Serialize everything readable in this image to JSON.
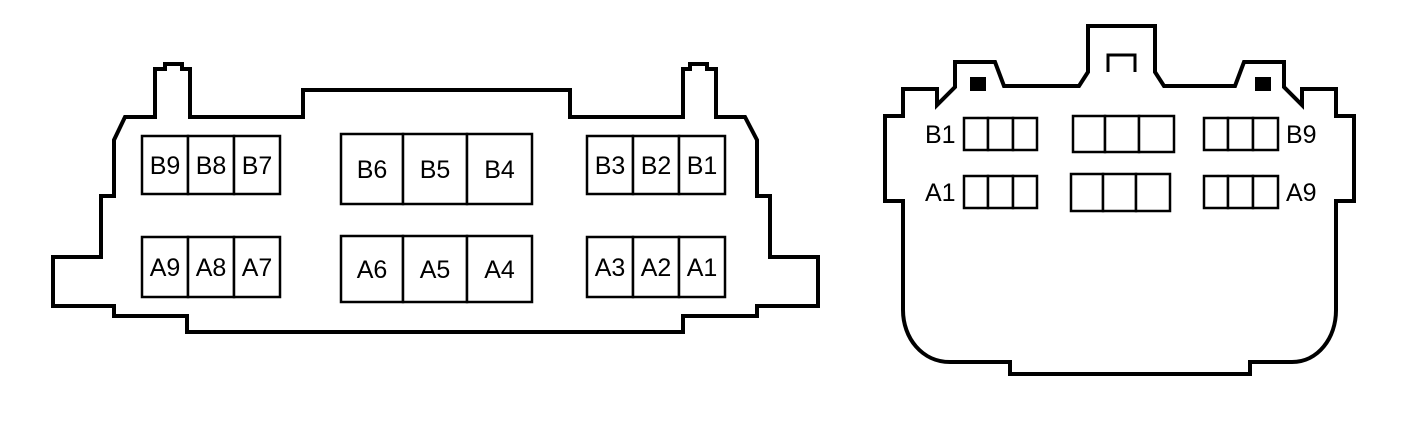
{
  "left_connector": {
    "row_b": [
      {
        "label": "B9"
      },
      {
        "label": "B8"
      },
      {
        "label": "B7"
      },
      {
        "label": "B6"
      },
      {
        "label": "B5"
      },
      {
        "label": "B4"
      },
      {
        "label": "B3"
      },
      {
        "label": "B2"
      },
      {
        "label": "B1"
      }
    ],
    "row_a": [
      {
        "label": "A9"
      },
      {
        "label": "A8"
      },
      {
        "label": "A7"
      },
      {
        "label": "A6"
      },
      {
        "label": "A5"
      },
      {
        "label": "A4"
      },
      {
        "label": "A3"
      },
      {
        "label": "A2"
      },
      {
        "label": "A1"
      }
    ]
  },
  "right_connector": {
    "top_left_label": "B1",
    "top_right_label": "B9",
    "bottom_left_label": "A1",
    "bottom_right_label": "A9"
  },
  "colors": {
    "line": "#000000",
    "background": "#ffffff"
  }
}
